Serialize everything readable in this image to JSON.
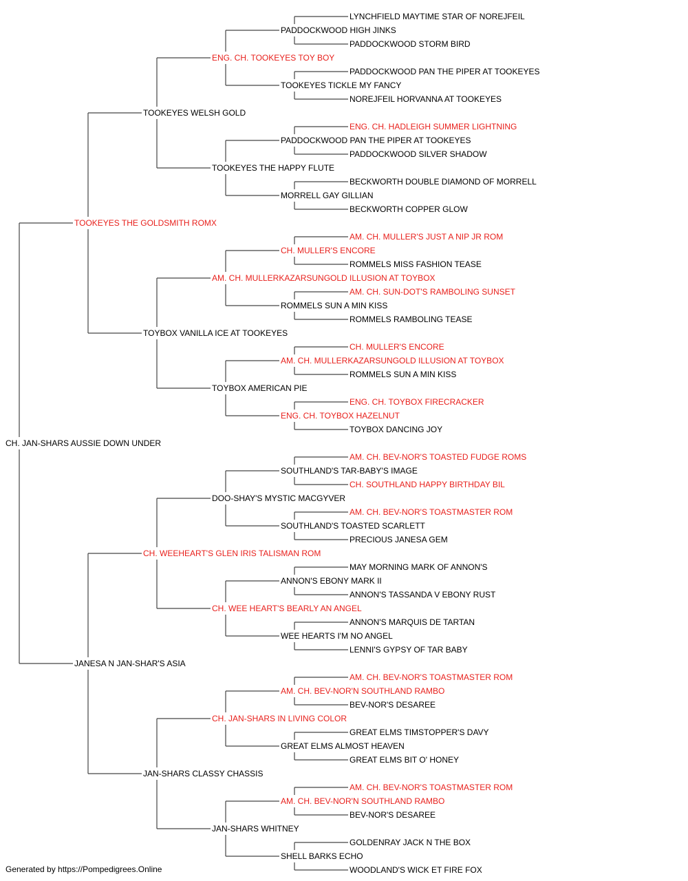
{
  "pedigree": {
    "name": "CH. JAN-SHARS AUSSIE DOWN UNDER",
    "sire": {
      "name": "TOOKEYES THE GOLDSMITH ROMX",
      "champion": true,
      "sire": {
        "name": "TOOKEYES WELSH GOLD",
        "sire": {
          "name": "ENG. CH. TOOKEYES TOY BOY",
          "champion": true,
          "sire": {
            "name": "PADDOCKWOOD HIGH JINKS",
            "sire": {
              "name": "LYNCHFIELD MAYTIME STAR OF NOREJFEIL"
            },
            "dam": {
              "name": "PADDOCKWOOD STORM BIRD"
            }
          },
          "dam": {
            "name": "TOOKEYES TICKLE MY FANCY",
            "sire": {
              "name": "PADDOCKWOOD PAN THE PIPER AT TOOKEYES"
            },
            "dam": {
              "name": "NOREJFEIL HORVANNA AT TOOKEYES"
            }
          }
        },
        "dam": {
          "name": "TOOKEYES THE HAPPY FLUTE",
          "sire": {
            "name": "PADDOCKWOOD PAN THE PIPER AT TOOKEYES",
            "sire": {
              "name": "ENG. CH. HADLEIGH SUMMER LIGHTNING",
              "champion": true
            },
            "dam": {
              "name": "PADDOCKWOOD SILVER SHADOW"
            }
          },
          "dam": {
            "name": "MORRELL GAY GILLIAN",
            "sire": {
              "name": "BECKWORTH DOUBLE DIAMOND OF MORRELL"
            },
            "dam": {
              "name": "BECKWORTH COPPER GLOW"
            }
          }
        }
      },
      "dam": {
        "name": "TOYBOX VANILLA ICE AT TOOKEYES",
        "sire": {
          "name": "AM. CH. MULLERKAZARSUNGOLD ILLUSION AT TOYBOX",
          "champion": true,
          "sire": {
            "name": "CH. MULLER'S ENCORE",
            "champion": true,
            "sire": {
              "name": "AM. CH. MULLER'S JUST A NIP JR ROM",
              "champion": true
            },
            "dam": {
              "name": "ROMMELS MISS FASHION TEASE"
            }
          },
          "dam": {
            "name": "ROMMELS SUN A MIN KISS",
            "sire": {
              "name": "AM. CH. SUN-DOT'S RAMBOLING SUNSET",
              "champion": true
            },
            "dam": {
              "name": "ROMMELS RAMBOLING TEASE"
            }
          }
        },
        "dam": {
          "name": "TOYBOX AMERICAN PIE",
          "sire": {
            "name": "AM. CH. MULLERKAZARSUNGOLD ILLUSION AT TOYBOX",
            "champion": true,
            "sire": {
              "name": "CH. MULLER'S ENCORE",
              "champion": true
            },
            "dam": {
              "name": "ROMMELS SUN A MIN KISS"
            }
          },
          "dam": {
            "name": "ENG. CH. TOYBOX HAZELNUT",
            "champion": true,
            "sire": {
              "name": "ENG. CH. TOYBOX FIRECRACKER",
              "champion": true
            },
            "dam": {
              "name": "TOYBOX DANCING JOY"
            }
          }
        }
      }
    },
    "dam": {
      "name": "JANESA N JAN-SHAR'S ASIA",
      "sire": {
        "name": "CH. WEEHEART'S GLEN IRIS TALISMAN ROM",
        "champion": true,
        "sire": {
          "name": "DOO-SHAY'S MYSTIC MACGYVER",
          "sire": {
            "name": "SOUTHLAND'S TAR-BABY'S IMAGE",
            "sire": {
              "name": "AM. CH. BEV-NOR'S TOASTED FUDGE ROMS",
              "champion": true
            },
            "dam": {
              "name": "CH. SOUTHLAND HAPPY BIRTHDAY BIL",
              "champion": true
            }
          },
          "dam": {
            "name": "SOUTHLAND'S TOASTED SCARLETT",
            "sire": {
              "name": "AM. CH. BEV-NOR'S TOASTMASTER ROM",
              "champion": true
            },
            "dam": {
              "name": "PRECIOUS JANESA GEM"
            }
          }
        },
        "dam": {
          "name": "CH. WEE HEART'S BEARLY AN ANGEL",
          "champion": true,
          "sire": {
            "name": "ANNON'S EBONY MARK II",
            "sire": {
              "name": "MAY MORNING MARK OF ANNON'S"
            },
            "dam": {
              "name": "ANNON'S TASSANDA V EBONY RUST"
            }
          },
          "dam": {
            "name": "WEE HEARTS I'M NO ANGEL",
            "sire": {
              "name": "ANNON'S MARQUIS DE TARTAN"
            },
            "dam": {
              "name": "LENNI'S GYPSY OF TAR BABY"
            }
          }
        }
      },
      "dam": {
        "name": "JAN-SHARS CLASSY CHASSIS",
        "sire": {
          "name": "CH. JAN-SHARS IN LIVING COLOR",
          "champion": true,
          "sire": {
            "name": "AM. CH. BEV-NOR'N SOUTHLAND RAMBO",
            "champion": true,
            "sire": {
              "name": "AM. CH. BEV-NOR'S TOASTMASTER ROM",
              "champion": true
            },
            "dam": {
              "name": "BEV-NOR'S DESAREE"
            }
          },
          "dam": {
            "name": "GREAT ELMS ALMOST HEAVEN",
            "sire": {
              "name": "GREAT ELMS TIMSTOPPER'S DAVY"
            },
            "dam": {
              "name": "GREAT ELMS BIT O' HONEY"
            }
          }
        },
        "dam": {
          "name": "JAN-SHARS WHITNEY",
          "sire": {
            "name": "AM. CH. BEV-NOR'N SOUTHLAND RAMBO",
            "champion": true,
            "sire": {
              "name": "AM. CH. BEV-NOR'S TOASTMASTER ROM",
              "champion": true
            },
            "dam": {
              "name": "BEV-NOR'S DESAREE"
            }
          },
          "dam": {
            "name": "SHELL BARKS ECHO",
            "sire": {
              "name": "GOLDENRAY JACK N THE BOX"
            },
            "dam": {
              "name": "WOODLAND'S WICK ET FIRE FOX"
            }
          }
        }
      }
    }
  },
  "colors": {
    "champion": "#e8201c",
    "normal": "#000000",
    "line": "#444444"
  },
  "footer": "Generated by https://Pompedigrees.Online"
}
